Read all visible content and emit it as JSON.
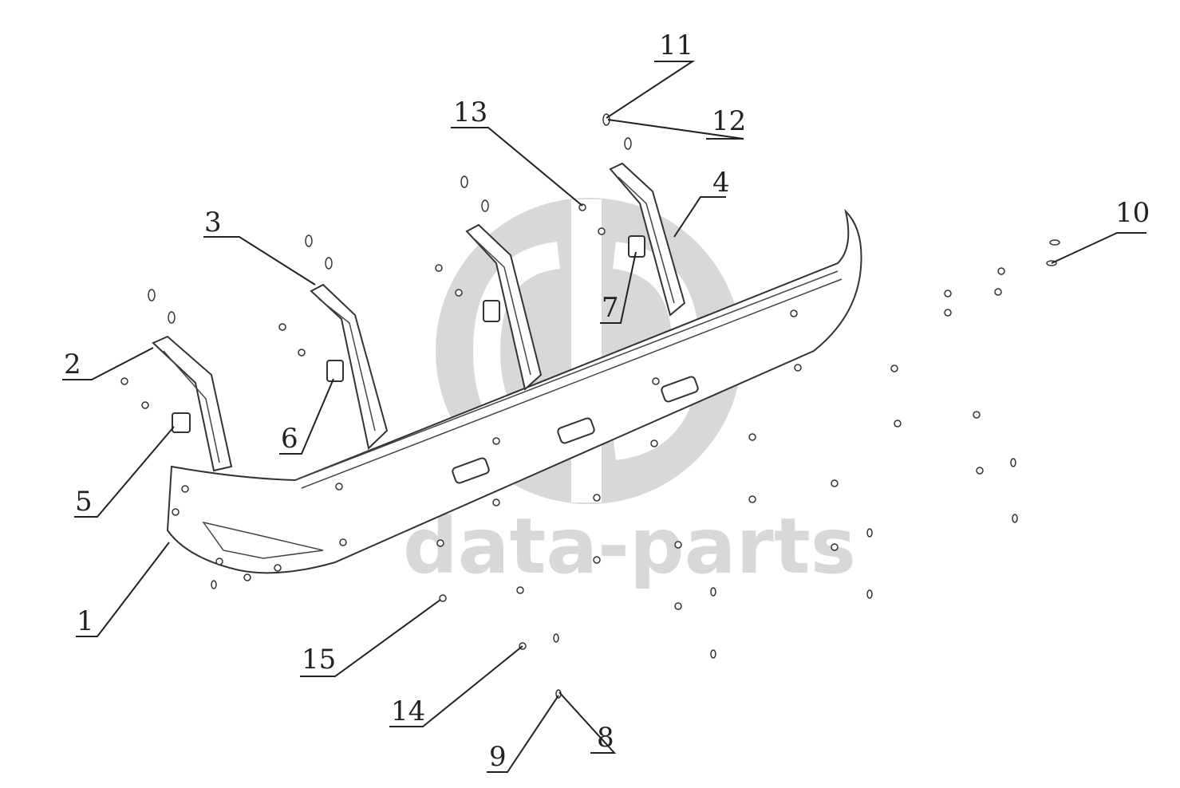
{
  "watermark": {
    "brand_text": "data-parts",
    "color": "#d8d8d8"
  },
  "callouts": [
    "1",
    "2",
    "3",
    "4",
    "5",
    "6",
    "7",
    "8",
    "9",
    "10",
    "11",
    "12",
    "13",
    "14",
    "15"
  ]
}
